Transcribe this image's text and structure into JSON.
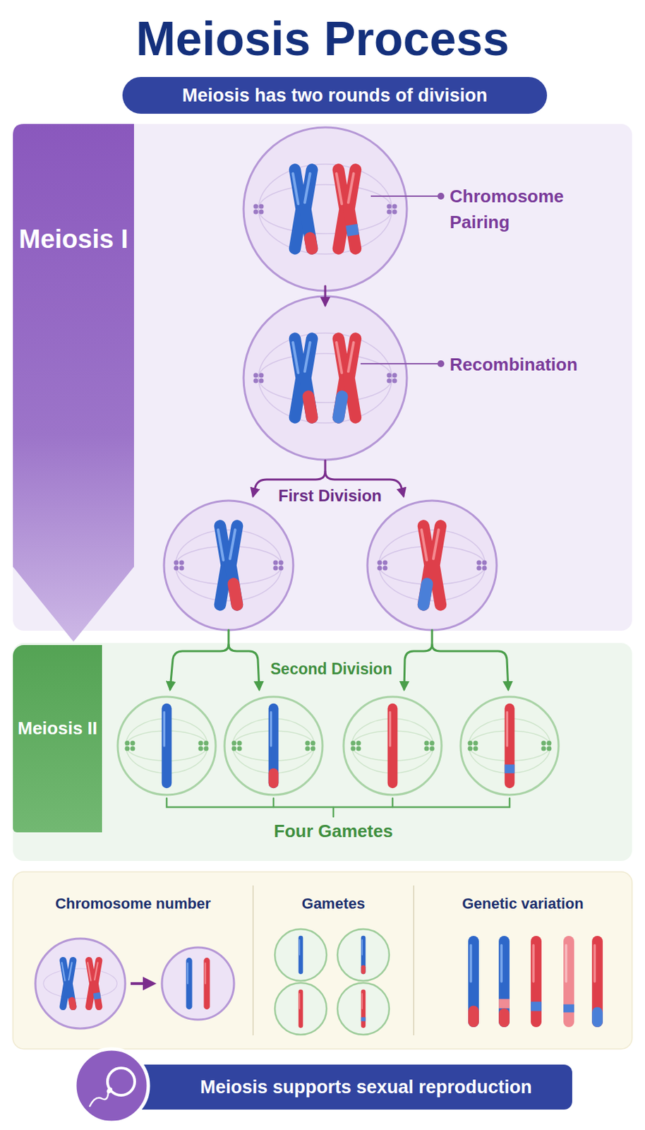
{
  "diagram": {
    "title": "Meiosis Process",
    "nodes": [
      {
        "text": [
          "Meiosis has two rounds of division"
        ]
      },
      {
        "text": [
          "Meiosis I"
        ]
      },
      {
        "text": [
          "Meiosis II"
        ]
      },
      {
        "text": [
          "Chromosome number"
        ]
      },
      {
        "text": [
          "Gametes"
        ]
      },
      {
        "text": [
          "Genetic variation"
        ]
      },
      {
        "text": [
          "Meiosis supports sexual reproduction"
        ]
      }
    ],
    "labels": [
      "Chromosome Pairing",
      "Recombination",
      "First Division",
      "Second Division",
      "Four Gametes"
    ]
  }
}
